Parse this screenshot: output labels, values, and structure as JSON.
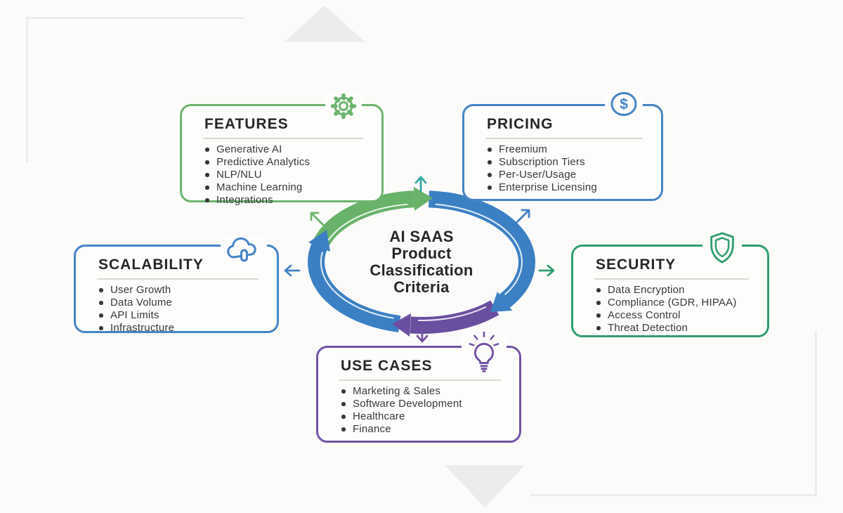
{
  "diagram_title": "AI SAAS Product Classification Criteria",
  "center": {
    "lines": [
      "AI SAAS",
      "Product",
      "Classification",
      "Criteria"
    ]
  },
  "cards": [
    {
      "id": "features",
      "title": "FEATURES",
      "icon": "gear-icon",
      "items": [
        "Generative AI",
        "Predictive Analytics",
        "NLP/NLU",
        "Machine Learning",
        "Integrations"
      ]
    },
    {
      "id": "pricing",
      "title": "PRICING",
      "icon": "dollar-icon",
      "items": [
        "Freemium",
        "Subscription Tiers",
        "Per-User/Usage",
        "Enterprise Licensing"
      ]
    },
    {
      "id": "scalability",
      "title": "SCALABILITY",
      "icon": "cloud-icon",
      "items": [
        "User Growth",
        "Data Volume",
        "API Limits",
        "Infrastructure"
      ]
    },
    {
      "id": "security",
      "title": "SECURITY",
      "icon": "shield-icon",
      "items": [
        "Data Encryption",
        "Compliance (GDR, HIPAA)",
        "Access Control",
        "Threat Detection"
      ]
    },
    {
      "id": "use_cases",
      "title": "USE CASES",
      "icon": "lightbulb-icon",
      "items": [
        "Marketing & Sales",
        "Software Development",
        "Healthcare",
        "Finance"
      ]
    }
  ],
  "icons": {
    "dollar_glyph": "$"
  },
  "colors": {
    "green": "#6db56e",
    "blue": "#4584c6",
    "emerald": "#2f9e72",
    "purple": "#7253a2",
    "teal": "#30a89e",
    "ring-green": "#68b269",
    "ring-blue": "#3c80c4",
    "ring-purple": "#6a4fa0",
    "text-dark": "#272727",
    "text-body": "#383838",
    "divider": "#d8d8d4",
    "bg": "#fbfbf9",
    "deco": "#ececea"
  }
}
